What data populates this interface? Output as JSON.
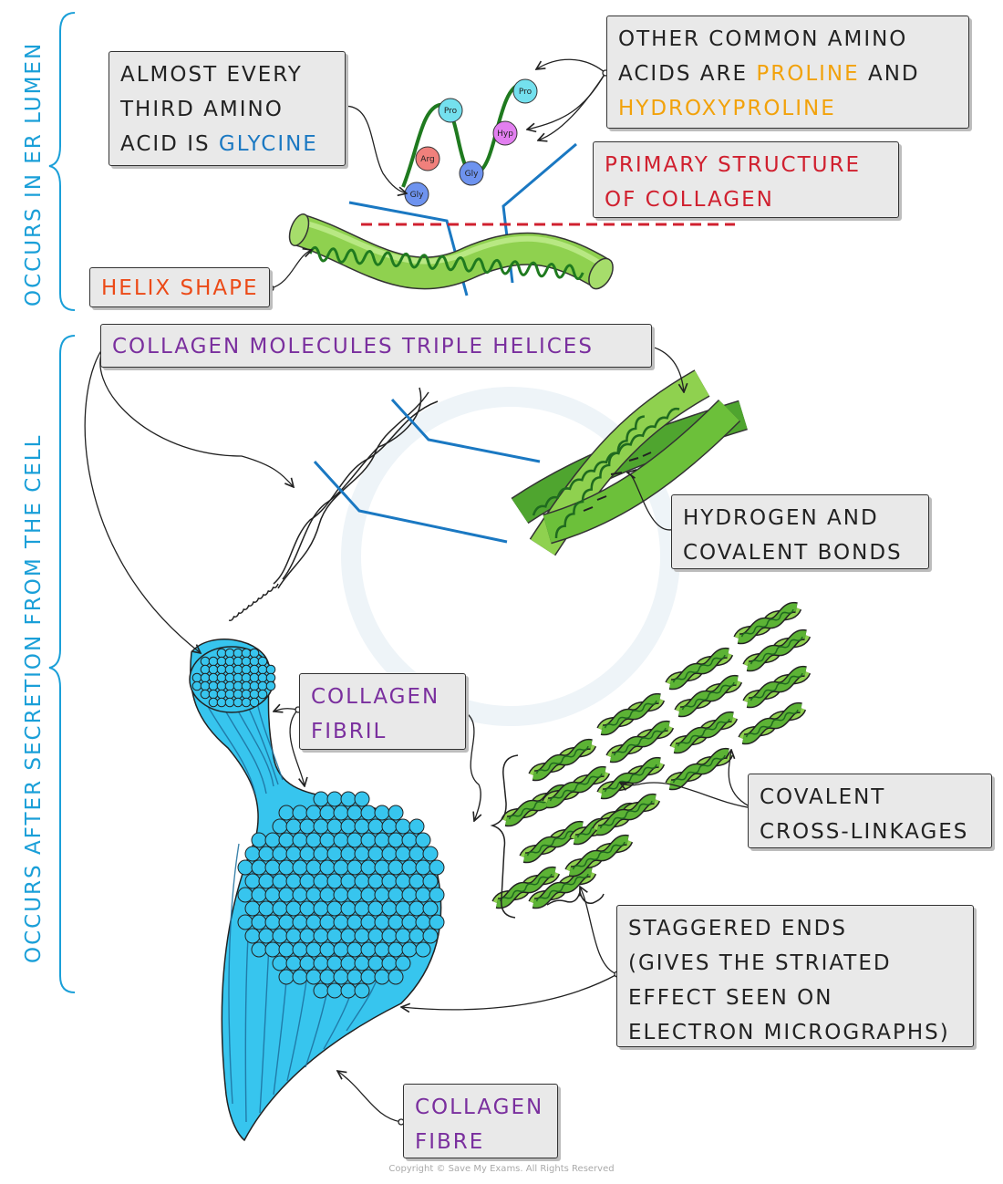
{
  "sidebars": {
    "top": "Occurs in ER lumen",
    "bottom": "Occurs after secretion from the cell"
  },
  "labels": {
    "glycine": {
      "line1": "Almost every",
      "line2": "third amino",
      "line3_prefix": "acid is",
      "line3_highlight": "glycine"
    },
    "proline": {
      "line1": "Other common amino",
      "line2_prefix": "acids are",
      "line2_highlight": "proline",
      "line2_suffix": "and",
      "line3_highlight": "hydroxyproline"
    },
    "primary": {
      "line1": "Primary structure",
      "line2": "of collagen"
    },
    "helix": {
      "text": "Helix shape"
    },
    "triple": {
      "text": "Collagen molecules triple helices"
    },
    "hbonds": {
      "line1": "Hydrogen and",
      "line2": "covalent bonds"
    },
    "fibril": {
      "line1": "Collagen",
      "line2": "fibril"
    },
    "crosslinks": {
      "line1": "Covalent",
      "line2": "cross-linkages"
    },
    "staggered": {
      "line1": "Staggered ends",
      "line2": "(gives the striated",
      "line3": "effect seen on",
      "line4": "electron micrographs)"
    },
    "fibre": {
      "line1": "Collagen",
      "line2": "fibre"
    }
  },
  "amino_acids": {
    "pro1": "Pro",
    "pro2": "Pro",
    "hyp": "Hyp",
    "arg": "Arg",
    "gly1": "Gly",
    "gly2": "Gly"
  },
  "colors": {
    "glycine": "#1a78c2",
    "proline": "#f2a20b",
    "primary": "#d0202f",
    "helix": "#ec4a17",
    "purple": "#7a2f9e",
    "sidebar": "#1a9fd8",
    "green_light": "#8fd14f",
    "green_dark": "#1f7a1f",
    "fibre_blue": "#37c5ee"
  },
  "copyright": "Copyright © Save My Exams. All Rights Reserved"
}
